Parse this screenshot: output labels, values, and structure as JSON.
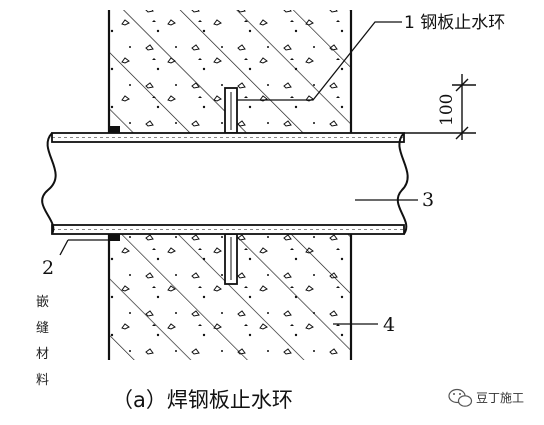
{
  "labels": {
    "label_1": "1 钢板止水环",
    "label_2": "2",
    "label_3": "3",
    "label_4": "4",
    "dimension": "100",
    "vertical_note": [
      "嵌",
      "缝",
      "材",
      "料"
    ],
    "caption": "（a）焊钢板止水环"
  },
  "watermark": {
    "text": "豆丁施工",
    "icon": "wechat-icon"
  },
  "colors": {
    "line": "#111111",
    "background": "#ffffff"
  }
}
